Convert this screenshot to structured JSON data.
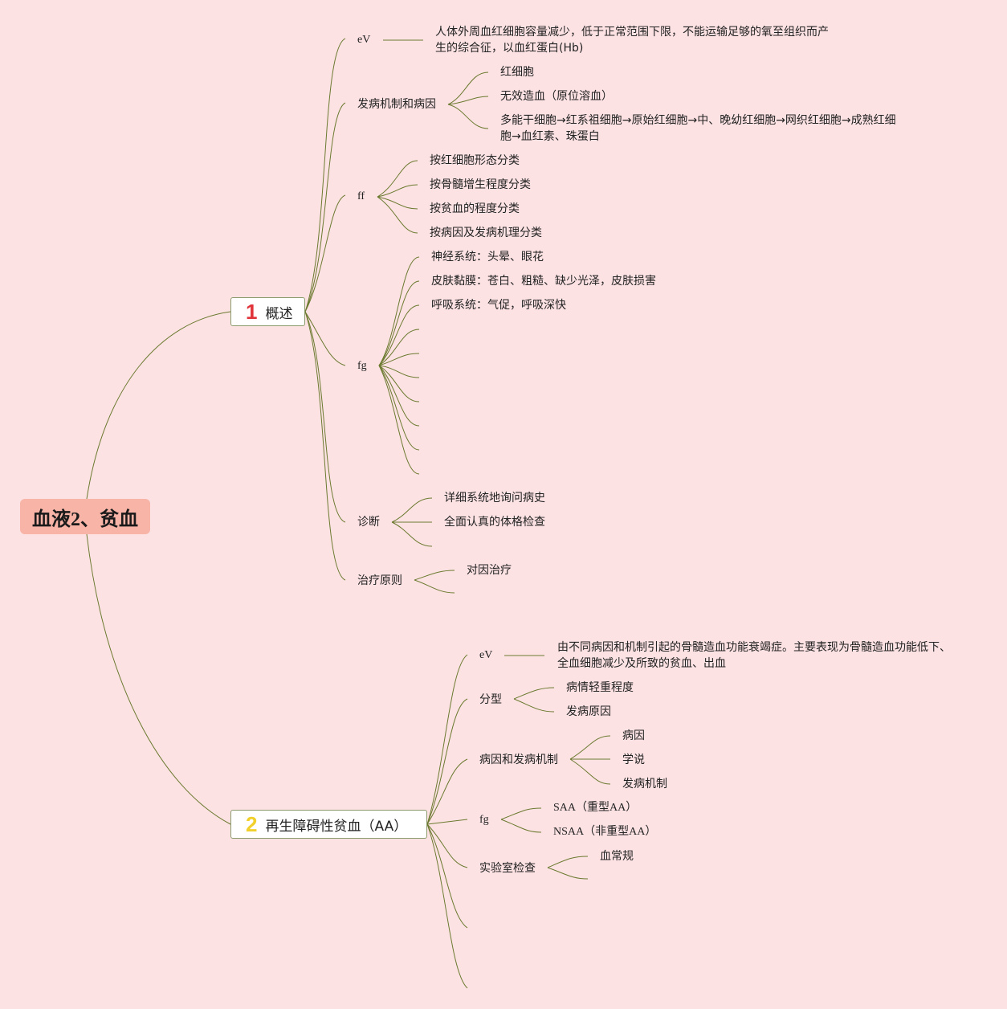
{
  "root": {
    "label": "血液2、贫血"
  },
  "branches": [
    {
      "number": "1",
      "number_color": "#e0343a",
      "label": "概述",
      "children": [
        {
          "label": "eV",
          "detail": "人体外周血红细胞容量减少，低于正常范围下限，不能运输足够的氧至组织而产生的综合征，以血红蛋白(Hb)"
        },
        {
          "label": "发病机制和病因",
          "items": [
            "红细胞",
            "无效造血（原位溶血）",
            "多能干细胞→红系祖细胞→原始红细胞→中、晚幼红细胞→网织红细胞→成熟红细胞→血红素、珠蛋白"
          ]
        },
        {
          "label": "ff",
          "items": [
            "按红细胞形态分类",
            "按骨髓增生程度分类",
            "按贫血的程度分类",
            "按病因及发病机理分类"
          ]
        },
        {
          "label": "fg",
          "items": [
            "神经系统：头晕、眼花",
            "皮肤黏膜：苍白、粗糙、缺少光泽，皮肤损害",
            "呼吸系统：气促，呼吸深快"
          ]
        },
        {
          "label": "诊断",
          "items": [
            "详细系统地询问病史",
            "全面认真的体格检查"
          ]
        },
        {
          "label": "治疗原则",
          "items": [
            "对因治疗"
          ]
        }
      ]
    },
    {
      "number": "2",
      "number_color": "#f2d02c",
      "label": "再生障碍性贫血（AA）",
      "children": [
        {
          "label": "eV",
          "detail": "由不同病因和机制引起的骨髓造血功能衰竭症。主要表现为骨髓造血功能低下、全血细胞减少及所致的贫血、出血"
        },
        {
          "label": "分型",
          "items": [
            "病情轻重程度",
            "发病原因"
          ]
        },
        {
          "label": "病因和发病机制",
          "items": [
            "病因",
            "学说",
            "发病机制"
          ]
        },
        {
          "label": "fg",
          "items": [
            "SAA（重型AA）",
            "NSAA（非重型AA）"
          ]
        },
        {
          "label": "实验室检查",
          "items": [
            "血常规"
          ]
        }
      ]
    }
  ],
  "colors": {
    "background": "#fde2e4",
    "line": "#6b7a2f",
    "root_fill": "#f7b4a7"
  }
}
